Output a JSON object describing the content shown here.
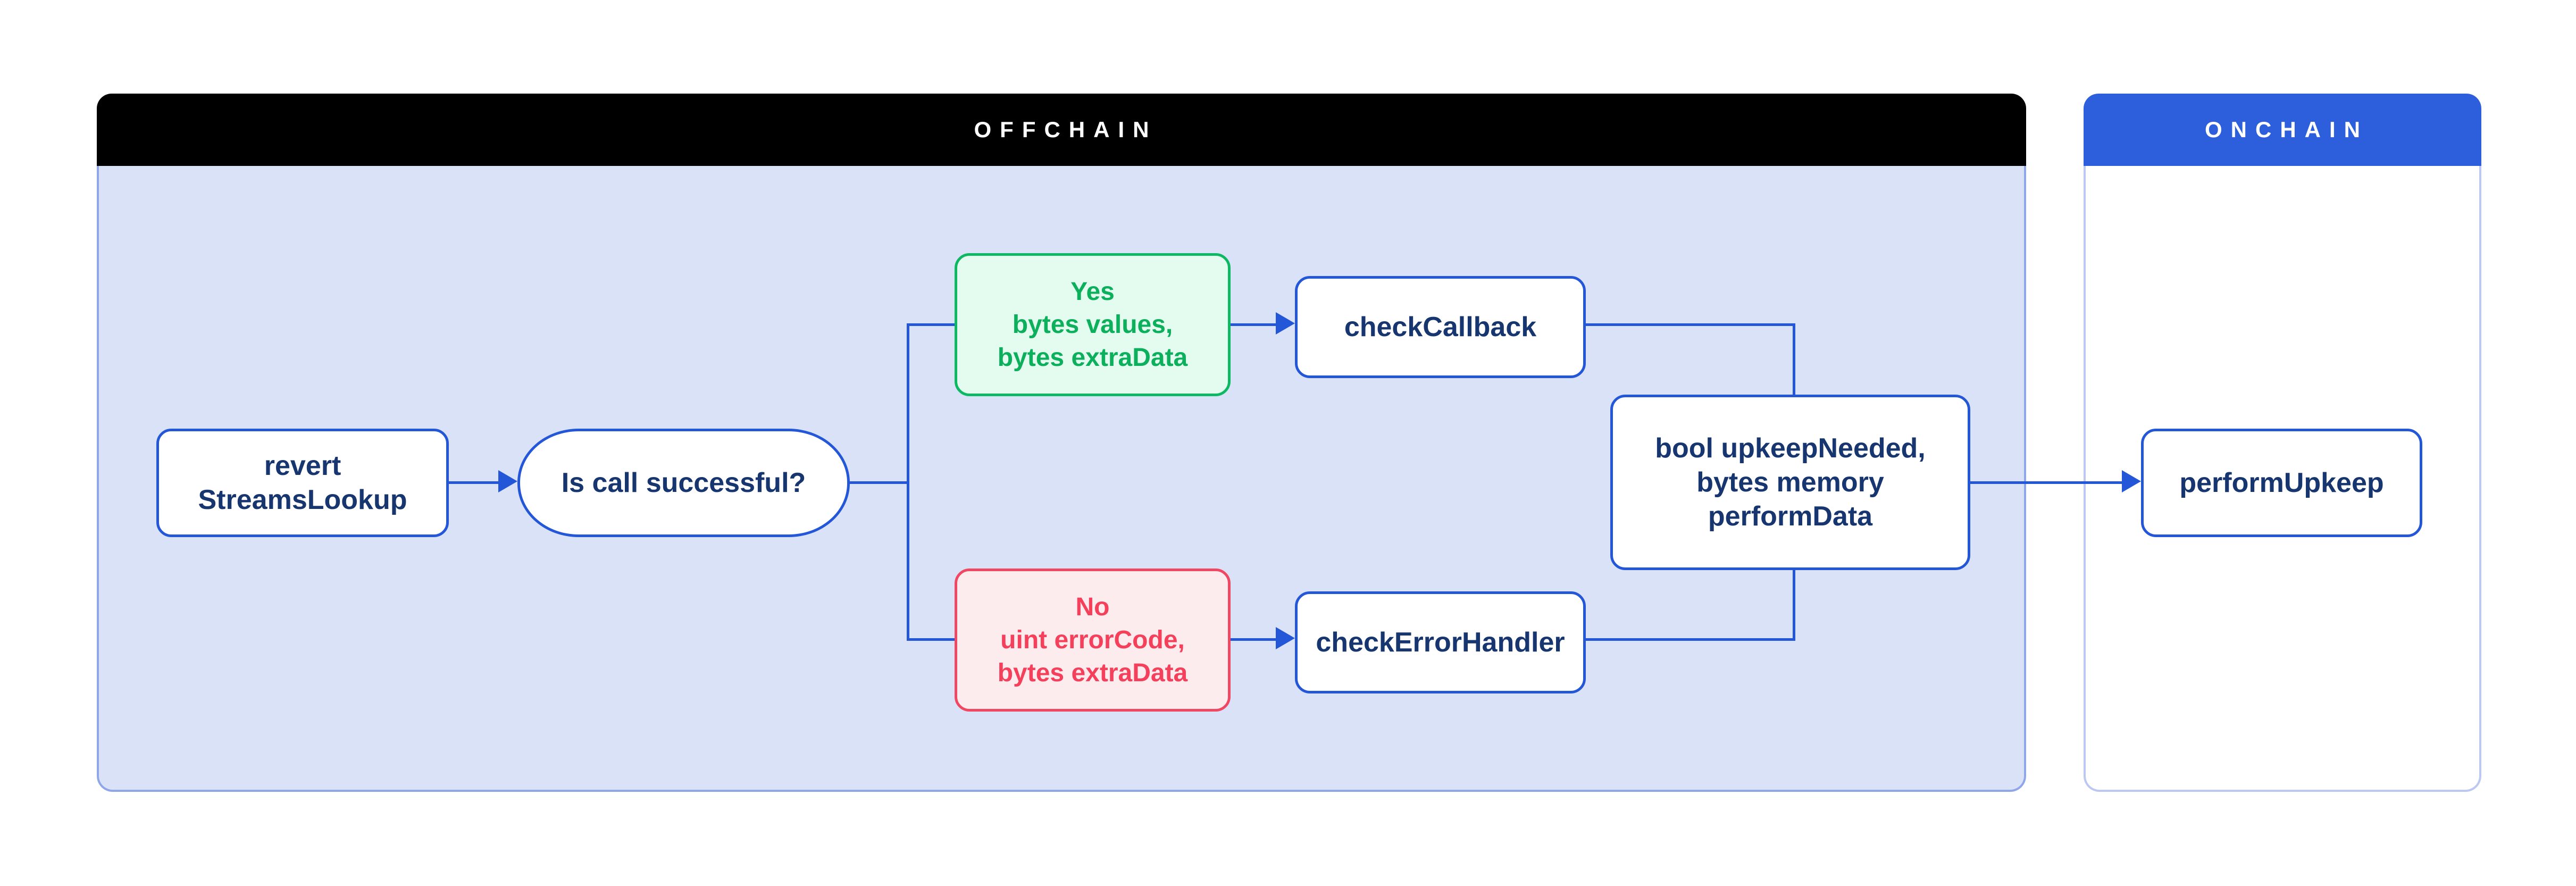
{
  "containers": {
    "offchain": {
      "title": "OFFCHAIN"
    },
    "onchain": {
      "title": "ONCHAIN"
    }
  },
  "nodes": {
    "revert": {
      "lines": [
        "revert",
        "StreamsLookup"
      ]
    },
    "decision": {
      "label": "Is call successful?"
    },
    "yes": {
      "lines": [
        "Yes",
        "bytes values,",
        "bytes extraData"
      ]
    },
    "check_callback": {
      "label": "checkCallback"
    },
    "no": {
      "lines": [
        "No",
        "uint errorCode,",
        "bytes extraData"
      ]
    },
    "check_error_handler": {
      "label": "checkErrorHandler"
    },
    "upkeep_result": {
      "lines": [
        "bool upkeepNeeded,",
        "bytes memory",
        "performData"
      ]
    },
    "perform_upkeep": {
      "label": "performUpkeep"
    }
  },
  "edges": [
    {
      "from": "revert",
      "to": "decision",
      "arrowhead": true
    },
    {
      "from": "decision",
      "to": "yes",
      "arrowhead": false
    },
    {
      "from": "decision",
      "to": "no",
      "arrowhead": false
    },
    {
      "from": "yes",
      "to": "check_callback",
      "arrowhead": true
    },
    {
      "from": "no",
      "to": "check_error_handler",
      "arrowhead": true
    },
    {
      "from": "check_callback",
      "to": "upkeep_result",
      "arrowhead": false
    },
    {
      "from": "check_error_handler",
      "to": "upkeep_result",
      "arrowhead": false
    },
    {
      "from": "upkeep_result",
      "to": "perform_upkeep",
      "arrowhead": true
    }
  ],
  "colors": {
    "offchain_header_bg": "#000000",
    "offchain_body_bg": "#dae2f8",
    "offchain_body_border": "#8fa7e9",
    "onchain_header_bg": "#2d5edc",
    "onchain_body_border": "#bcc8f2",
    "connector_blue": "#2457d8",
    "navy_text": "#17356f",
    "green_border": "#0db863",
    "green_fill": "#e4fbef",
    "green_text": "#0cb05c",
    "red_border": "#f04862",
    "red_fill": "#fdeced",
    "red_text": "#f5405c"
  }
}
